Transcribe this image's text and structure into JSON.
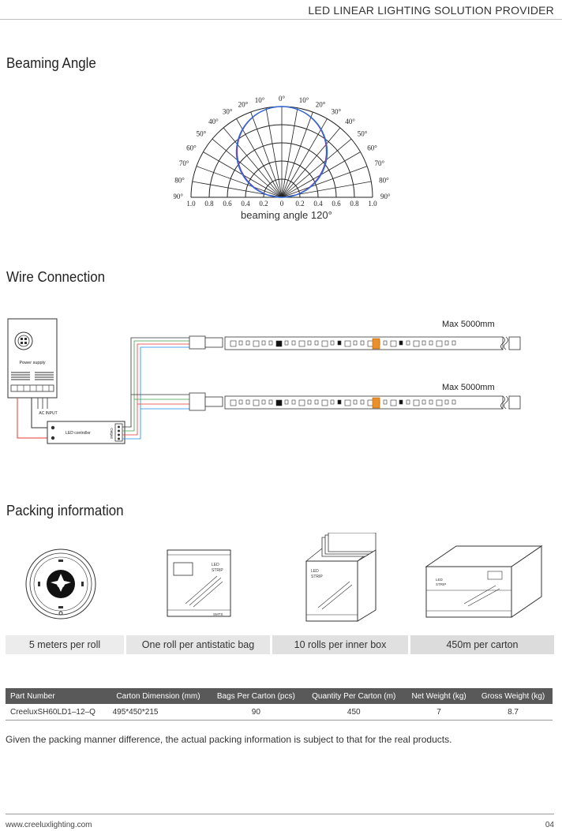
{
  "header": {
    "title": "LED LINEAR LIGHTING SOLUTION PROVIDER"
  },
  "sections": {
    "beaming": "Beaming Angle",
    "wire": "Wire Connection",
    "packing": "Packing information"
  },
  "polar": {
    "angle_labels": [
      "0°",
      "10°",
      "10°",
      "20°",
      "20°",
      "30°",
      "30°",
      "40°",
      "40°",
      "50°",
      "50°",
      "60°",
      "60°",
      "70°",
      "70°",
      "80°",
      "80°",
      "90°",
      "90°"
    ],
    "scale_labels": [
      "1.0",
      "0.8",
      "0.6",
      "0.4",
      "0.2",
      "0",
      "0.2",
      "0.4",
      "0.6",
      "0.8",
      "1.0"
    ],
    "caption": "beaming angle 120°"
  },
  "wiring": {
    "power_supply_label": "Power supply",
    "ac_input_label": "AC INPUT",
    "controller_label": "LED controller",
    "output_label": "Output",
    "strip1_label": "Max 5000mm",
    "strip2_label": "Max 5000mm"
  },
  "packing": {
    "box_label": "LED STRIP",
    "steps": [
      "5 meters per roll",
      "One roll per antistatic bag",
      "10 rolls per inner box",
      "450m per carton"
    ]
  },
  "table": {
    "headers": [
      "Part Number",
      "Carton Dimension (mm)",
      "Bags Per Carton (pcs)",
      "Quantity Per Carton (m)",
      "Net Weight (kg)",
      "Gross Weight (kg)"
    ],
    "rows": [
      [
        "CreeluxSH60LD1–12–Q",
        "495*450*215",
        "90",
        "450",
        "7",
        "8.7"
      ]
    ]
  },
  "note": "Given the packing manner difference, the actual packing information is subject to that for the real products.",
  "footer": {
    "url": "www.creeluxlighting.com",
    "page": "04"
  }
}
